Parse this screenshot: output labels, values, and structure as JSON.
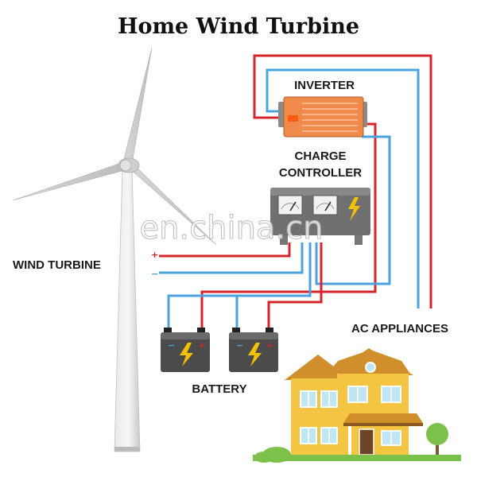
{
  "title": "Home Wind Turbine",
  "labels": {
    "inverter": "INVERTER",
    "charge_controller_line1": "CHARGE",
    "charge_controller_line2": "CONTROLLER",
    "wind_turbine": "WIND TURBINE",
    "battery": "BATTERY",
    "ac_appliances": "AC APPLIANCES"
  },
  "terminal_signs": {
    "positive": "+",
    "negative": "−"
  },
  "watermark": "en.china.cn",
  "colors": {
    "positive_wire": "#d6242b",
    "negative_wire": "#4aa3dc",
    "inverter": "#f08a4b",
    "battery": "#4b4b4b",
    "bolt": "#f2c200",
    "house_wall": "#f4c542",
    "house_roof": "#d08f2a",
    "grass": "#7cc24a"
  }
}
